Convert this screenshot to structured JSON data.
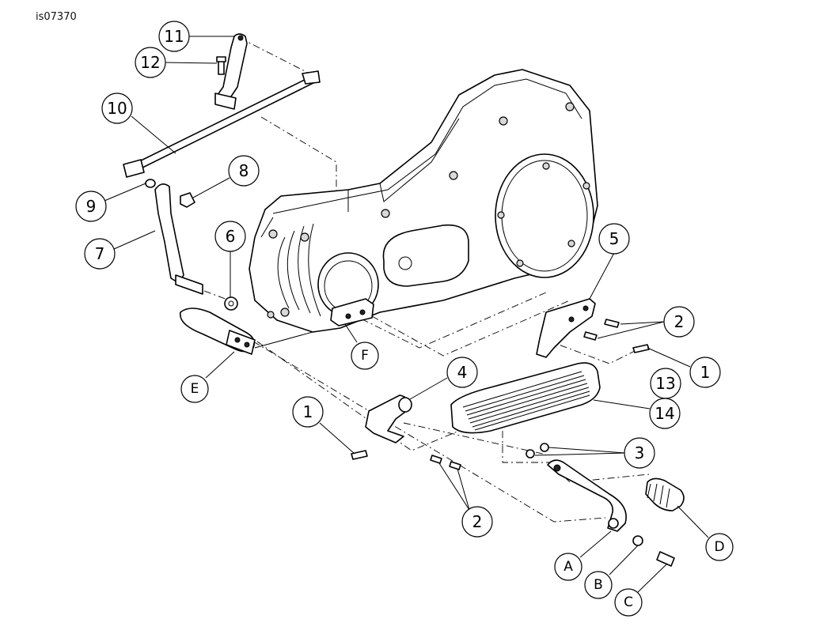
{
  "diagram_id": "is07370",
  "callouts": [
    {
      "label": "11"
    },
    {
      "label": "12"
    },
    {
      "label": "10"
    },
    {
      "label": "8"
    },
    {
      "label": "9"
    },
    {
      "label": "7"
    },
    {
      "label": "6"
    },
    {
      "label": "5"
    },
    {
      "label": "2"
    },
    {
      "label": "1"
    },
    {
      "label": "13"
    },
    {
      "label": "14"
    },
    {
      "label": "4"
    },
    {
      "label": "1"
    },
    {
      "label": "3"
    },
    {
      "label": "2"
    },
    {
      "label": "D"
    },
    {
      "label": "A"
    },
    {
      "label": "B"
    },
    {
      "label": "C"
    },
    {
      "label": "E"
    },
    {
      "label": "F"
    }
  ]
}
